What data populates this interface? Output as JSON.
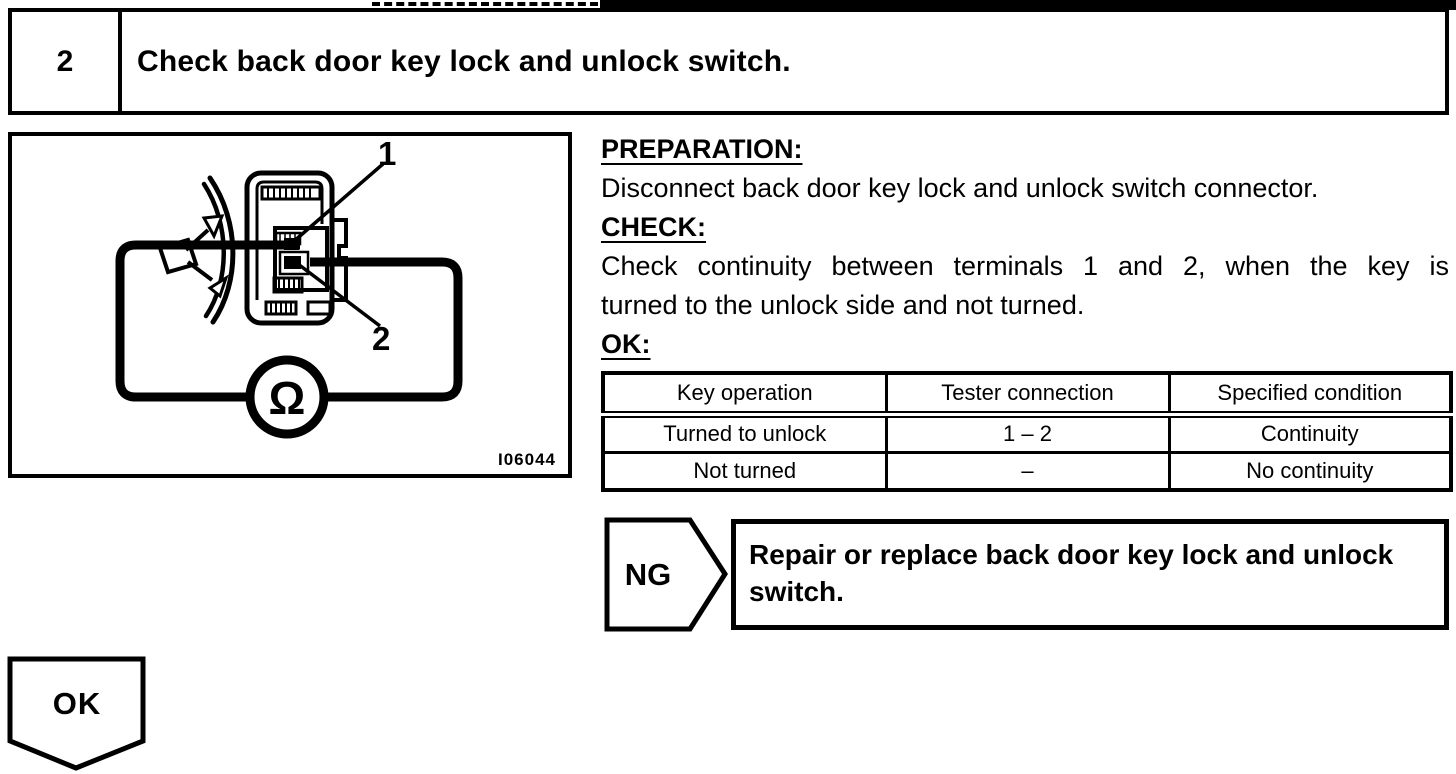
{
  "colors": {
    "paper": "#ffffff",
    "ink": "#000000"
  },
  "step_header": {
    "number": "2",
    "title": "Check back door key lock and unlock switch."
  },
  "figure": {
    "code": "I06044",
    "meter_symbol": "Ω",
    "terminal_labels": [
      "1",
      "2"
    ]
  },
  "sections": {
    "preparation": {
      "heading": "PREPARATION:",
      "body": "Disconnect back door key lock and unlock switch connector."
    },
    "check": {
      "heading": "CHECK:",
      "lines": [
        "Check continuity between terminals 1 and 2, when the key is",
        "turned to the unlock side and not turned."
      ]
    },
    "ok": {
      "heading": "OK:"
    }
  },
  "table": {
    "headers": [
      "Key operation",
      "Tester connection",
      "Specified condition"
    ],
    "rows": [
      [
        "Turned to unlock",
        "1 – 2",
        "Continuity"
      ],
      [
        "Not turned",
        "–",
        "No continuity"
      ]
    ]
  },
  "ng": {
    "label": "NG",
    "action_lines": [
      "Repair or replace back door key lock and unlock",
      "switch."
    ]
  },
  "ok_flag": {
    "label": "OK"
  }
}
